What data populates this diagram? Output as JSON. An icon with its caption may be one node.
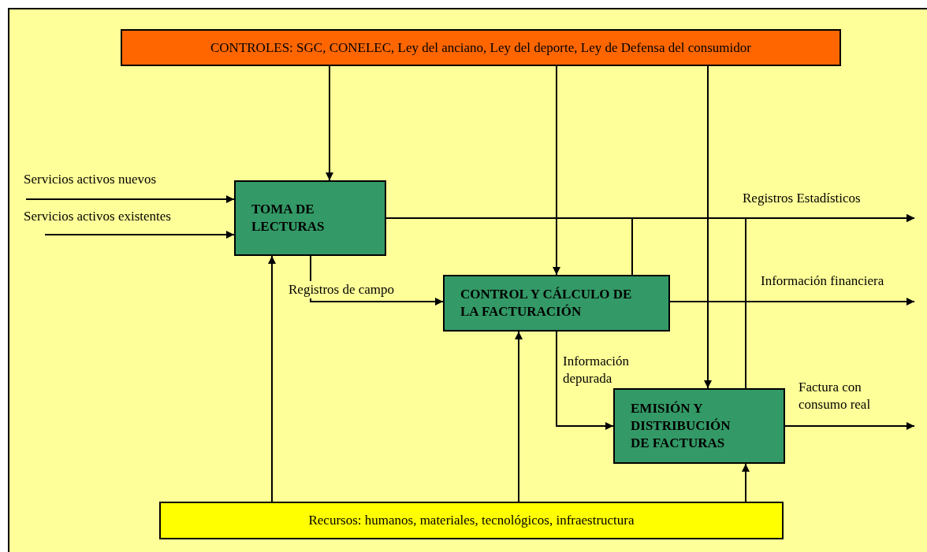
{
  "diagram": {
    "nodes": [
      {
        "text": [
          "CONTROLES: SGC, CONELEC, Ley del anciano, Ley del deporte, Ley de Defensa del consumidor"
        ]
      },
      {
        "text": [
          "TOMA DE LECTURAS"
        ]
      },
      {
        "text": [
          "CONTROL Y CÁLCULO DE LA FACTURACIÓN"
        ]
      },
      {
        "text": [
          "EMISIÓN Y DISTRIBUCIÓN DE FACTURAS"
        ]
      },
      {
        "text": [
          "Recursos: humanos, materiales, tecnológicos, infraestructura"
        ]
      }
    ],
    "edges": [
      {
        "from": 0,
        "to": 1,
        "arrow": "to"
      },
      {
        "from": 0,
        "to": 2,
        "arrow": "to"
      },
      {
        "from": 0,
        "to": 3,
        "arrow": "to"
      },
      {
        "from": null,
        "to": 1,
        "arrow": "to",
        "label": "Servicios activos nuevos"
      },
      {
        "from": null,
        "to": 1,
        "arrow": "to",
        "label": "Servicios activos existentes"
      },
      {
        "from": 1,
        "to": null,
        "arrow": "to",
        "label": "Registros Estadísticos"
      },
      {
        "from": 2,
        "to": null,
        "arrow": "to"
      },
      {
        "from": 3,
        "to": null,
        "arrow": "to"
      },
      {
        "from": 1,
        "to": 2,
        "arrow": "to",
        "label": "Registros de campo"
      },
      {
        "from": 2,
        "to": null,
        "arrow": "to",
        "label": "Información financiera"
      },
      {
        "from": 2,
        "to": 3,
        "arrow": "to",
        "label": "Información depurada"
      },
      {
        "from": 3,
        "to": null,
        "arrow": "to",
        "label": "Factura con consumo real"
      },
      {
        "from": 4,
        "to": 1,
        "arrow": "to"
      },
      {
        "from": 4,
        "to": 2,
        "arrow": "to"
      },
      {
        "from": 4,
        "to": 3,
        "arrow": "to"
      }
    ]
  }
}
